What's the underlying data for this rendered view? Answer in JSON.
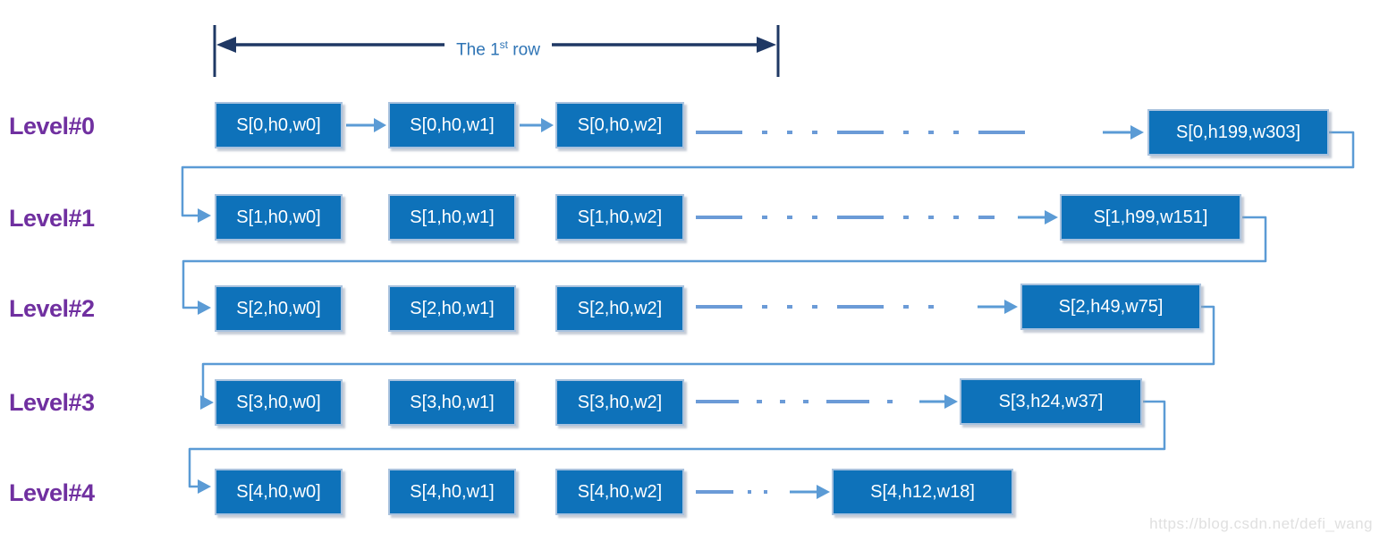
{
  "measure": {
    "prefix": "The 1",
    "sup": "st",
    "suffix": " row"
  },
  "levels": [
    {
      "name": "Level#0",
      "boxes": [
        "S[0,h0,w0]",
        "S[0,h0,w1]",
        "S[0,h0,w2]"
      ],
      "last": "S[0,h199,w303]"
    },
    {
      "name": "Level#1",
      "boxes": [
        "S[1,h0,w0]",
        "S[1,h0,w1]",
        "S[1,h0,w2]"
      ],
      "last": "S[1,h99,w151]"
    },
    {
      "name": "Level#2",
      "boxes": [
        "S[2,h0,w0]",
        "S[2,h0,w1]",
        "S[2,h0,w2]"
      ],
      "last": "S[2,h49,w75]"
    },
    {
      "name": "Level#3",
      "boxes": [
        "S[3,h0,w0]",
        "S[3,h0,w1]",
        "S[3,h0,w2]"
      ],
      "last": "S[3,h24,w37]"
    },
    {
      "name": "Level#4",
      "boxes": [
        "S[4,h0,w0]",
        "S[4,h0,w1]",
        "S[4,h0,w2]"
      ],
      "last": "S[4,h12,w18]"
    }
  ],
  "watermark": "https://blog.csdn.net/defi_wang",
  "colors": {
    "node_fill": "#0E72BA",
    "node_border": "#A9C2DE",
    "node_text": "#FFFFFF",
    "connector_blue": "#5B9BD5",
    "dash_blue": "#6B9BD7",
    "measure_arrow_navy": "#1F3864",
    "measure_text_blue": "#2E74B5",
    "level_label_purple": "#7030A0",
    "watermark_gray": "#E0E0E0"
  }
}
